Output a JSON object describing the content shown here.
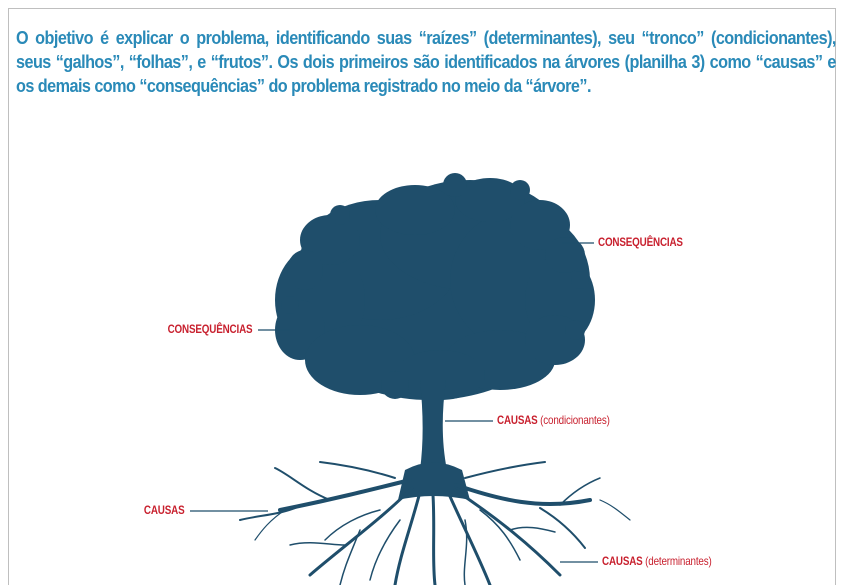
{
  "intro_text": "O objetivo é explicar o problema, identificando suas “raízes” (determinantes), seu “tronco” (condicionantes), seus “galhos”, “folhas”, e “frutos”. Os dois primeiros são identificados na árvores (planilha 3) como “causas” e os demais como “consequências” do problema registrado no meio da “árvore”.",
  "labels": {
    "consequences_right": "CONSEQUÊNCIAS",
    "consequences_left": "CONSEQUÊNCIAS",
    "causes_trunk": "CAUSAS",
    "causes_trunk_sub": "(condicionantes)",
    "causes_left": "CAUSAS",
    "causes_roots": "CAUSAS",
    "causes_roots_sub": "(determinantes)"
  },
  "colors": {
    "text_blue": "#2a8ab8",
    "tree": "#1f4e6b",
    "label_red": "#c8202e",
    "leader_line": "#1f4e6b"
  }
}
